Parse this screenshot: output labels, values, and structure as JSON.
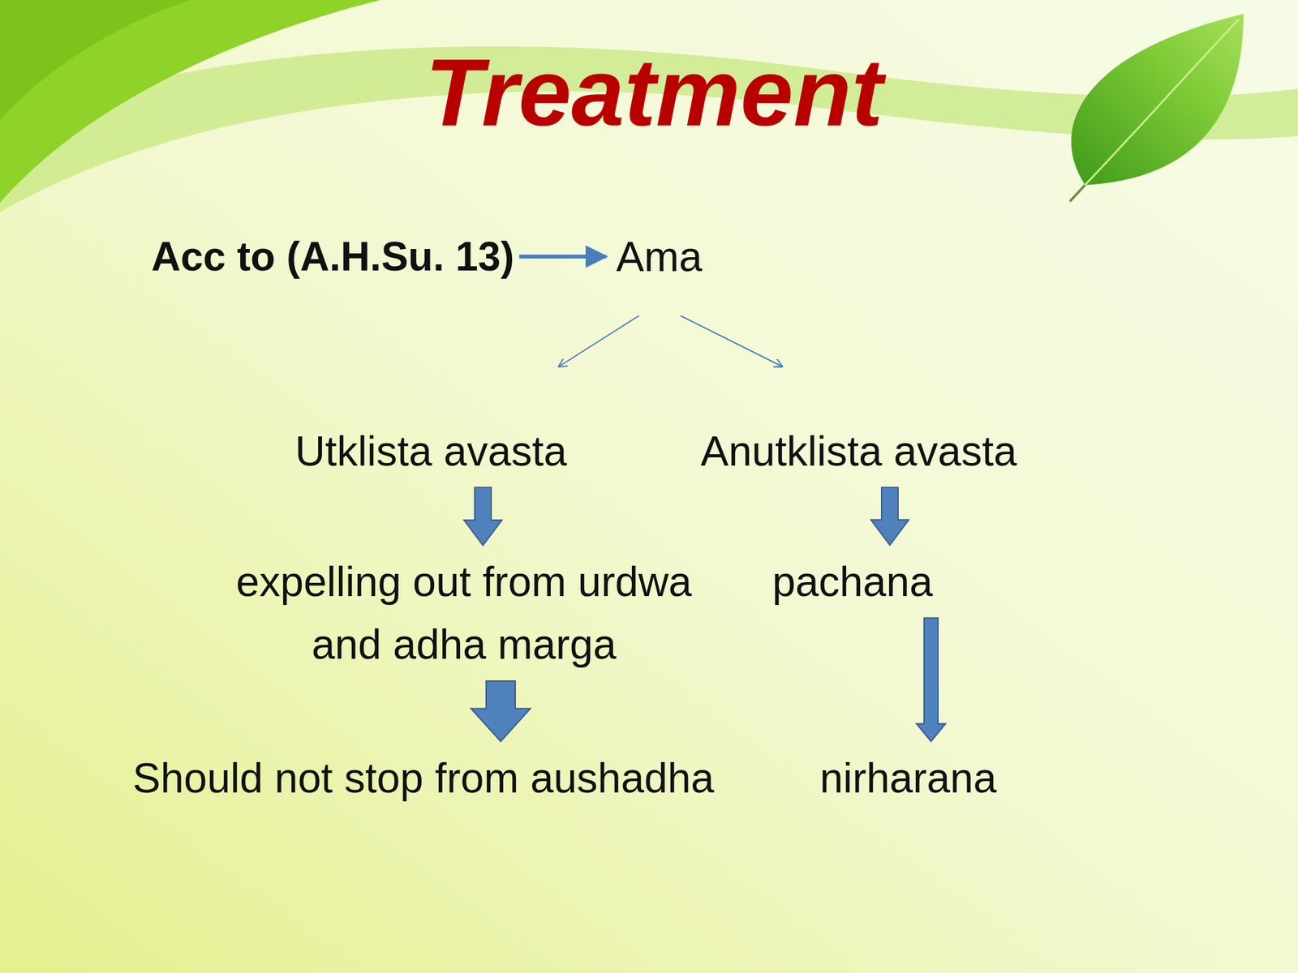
{
  "diagram": {
    "title": "Treatment",
    "nodes": [
      {
        "text": [
          "Acc to (A.H.Su. 13)"
        ]
      },
      {
        "text": [
          "Ama"
        ]
      },
      {
        "text": [
          "Utklista avasta"
        ]
      },
      {
        "text": [
          "Anutklista avasta"
        ]
      },
      {
        "text": [
          "expelling out from urdwa and adha marga"
        ]
      },
      {
        "text": [
          "pachana"
        ]
      },
      {
        "text": [
          "Should not stop from aushadha"
        ]
      },
      {
        "text": [
          "nirharana"
        ]
      }
    ],
    "edges": [
      {
        "from": 0,
        "to": 1,
        "arrow": "to"
      },
      {
        "from": 1,
        "to": 2,
        "arrow": "to"
      },
      {
        "from": 1,
        "to": 3,
        "arrow": "to"
      },
      {
        "from": 2,
        "to": 4,
        "arrow": "to"
      },
      {
        "from": 3,
        "to": 5,
        "arrow": "to"
      },
      {
        "from": 4,
        "to": 6,
        "arrow": "to"
      },
      {
        "from": 5,
        "to": 7,
        "arrow": "to"
      }
    ]
  }
}
